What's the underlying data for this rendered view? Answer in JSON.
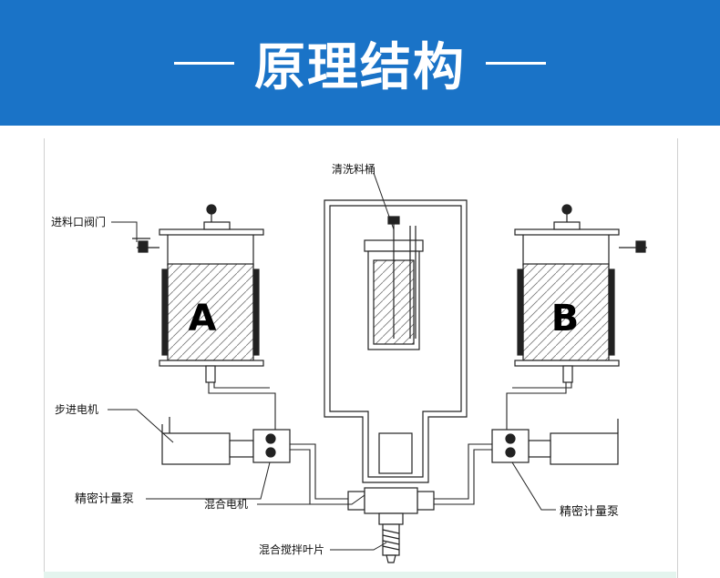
{
  "header": {
    "dash_left": "—",
    "title": "原理结构",
    "dash_right": "—",
    "background_color": "#1a73c7"
  },
  "diagram": {
    "tank_a_label": "A",
    "tank_b_label": "B",
    "labels": {
      "inlet_valve": "进料口阀门",
      "cleaning_bucket": "清洗料桶",
      "stepper_motor": "步进电机",
      "metering_pump_left": "精密计量泵",
      "mixing_motor": "混合电机",
      "metering_pump_right": "精密计量泵",
      "mixing_blade": "混合搅拌叶片"
    }
  }
}
